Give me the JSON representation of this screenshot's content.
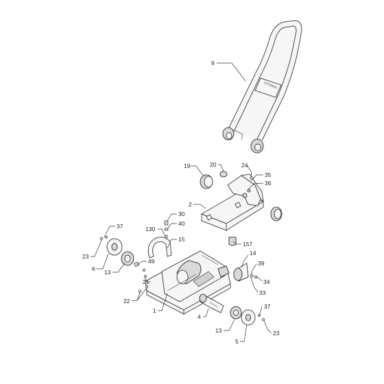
{
  "callouts": {
    "c9": "9",
    "c19": "19",
    "c20": "20",
    "c24": "24",
    "c35": "35",
    "c36": "36",
    "c2": "2",
    "c30": "30",
    "c130": "130",
    "c40": "40",
    "c15": "15",
    "c157": "157",
    "c37a": "37",
    "c23a": "23",
    "c6": "6",
    "c13a": "13",
    "c49": "49",
    "c21": "21",
    "c22": "22",
    "c1": "1",
    "c14": "14",
    "c39": "39",
    "c34": "34",
    "c33": "33",
    "c4": "4",
    "c13b": "13",
    "c37b": "37",
    "c5": "5",
    "c23b": "23"
  },
  "handle_logo": "UPTIMRO"
}
